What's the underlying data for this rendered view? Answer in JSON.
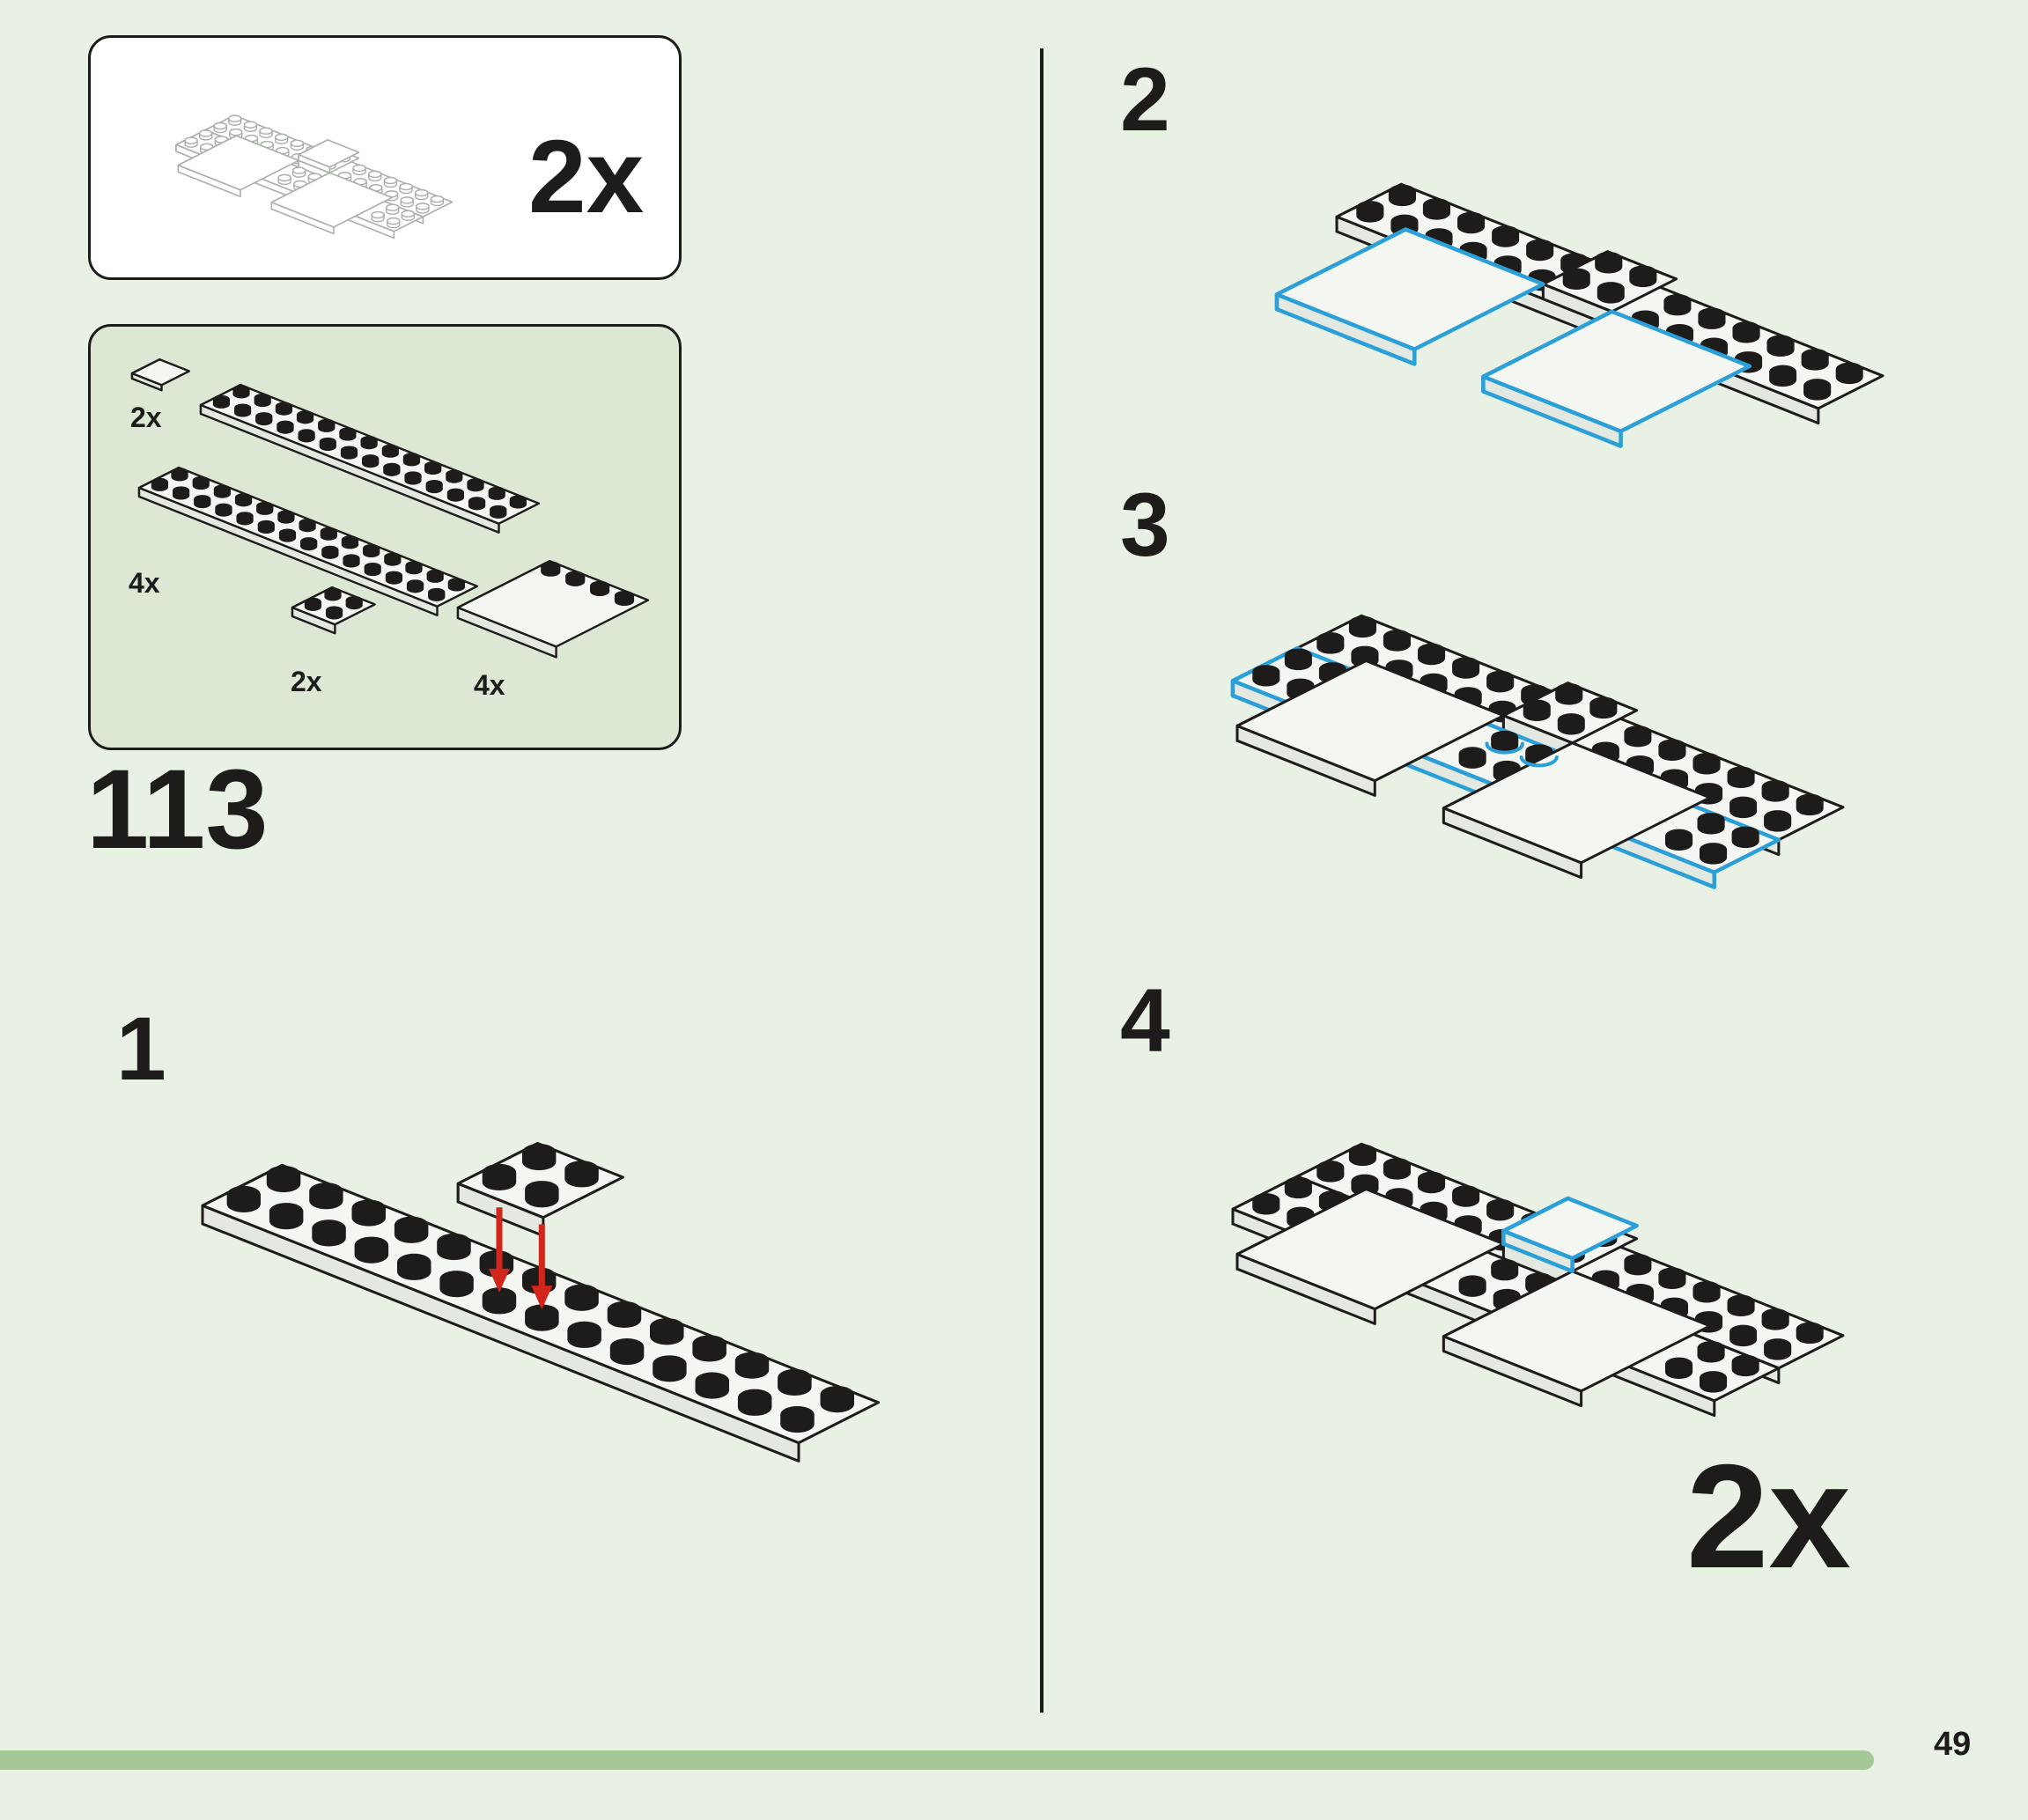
{
  "page": {
    "number": "49"
  },
  "step": {
    "number": "113"
  },
  "callout": {
    "qty": "2x"
  },
  "parts": {
    "items": [
      {
        "name": "tile-2x2",
        "qty": "2x"
      },
      {
        "name": "plate-2x14",
        "qty": "4x"
      },
      {
        "name": "plate-2x2",
        "qty": "2x"
      },
      {
        "name": "tile-4x4-edge-studs",
        "qty": "4x"
      }
    ]
  },
  "substeps": [
    {
      "label": "1"
    },
    {
      "label": "2"
    },
    {
      "label": "3"
    },
    {
      "label": "4"
    }
  ],
  "final_qty": "2x",
  "colors": {
    "page_bg": "#e9f0e4",
    "parts_box_bg": "#dce8d3",
    "outline": "#1d1c1a",
    "highlight": "#2b9fd8",
    "arrow": "#d2261c",
    "progress": "#a5c897",
    "brick_top": "#f4f6f2",
    "brick_front": "#e3e8e1",
    "brick_left": "#edf0ea",
    "mono_line": "#a9b0a8"
  }
}
